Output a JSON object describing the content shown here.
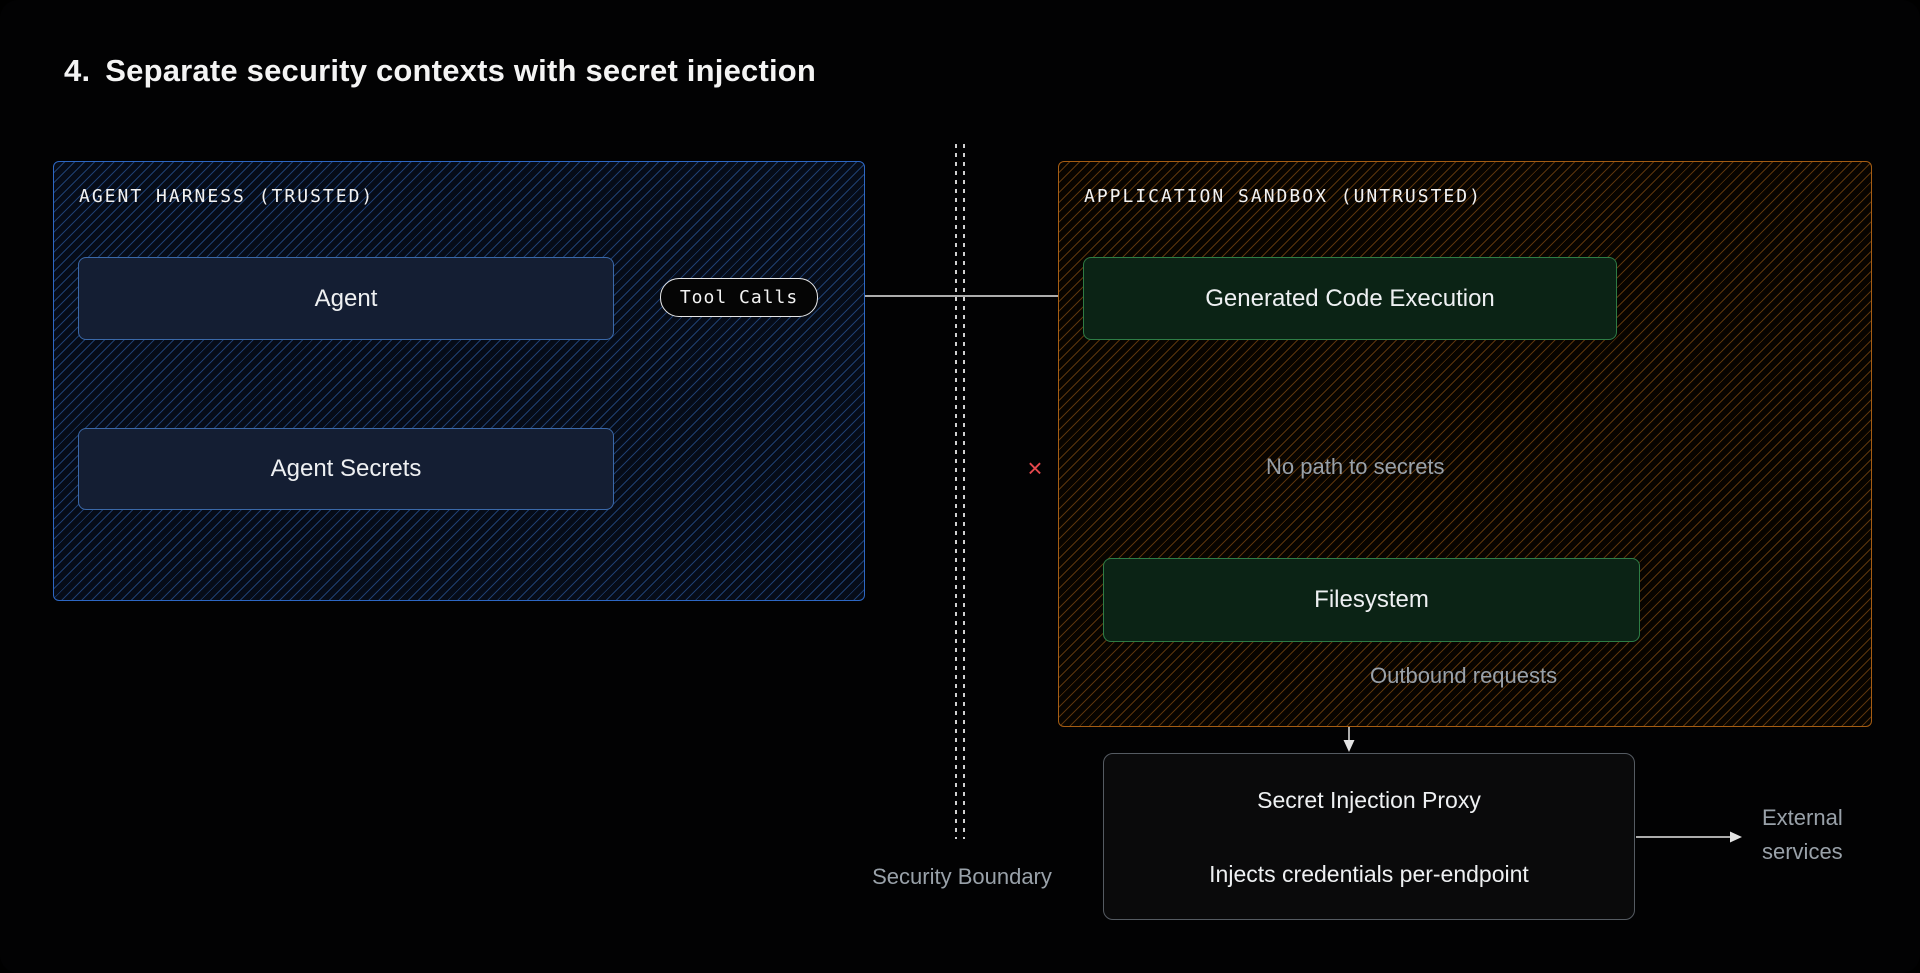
{
  "title": {
    "number": "4.",
    "heading": "Separate security contexts with secret injection"
  },
  "harness": {
    "label": "AGENT HARNESS (TRUSTED)",
    "nodes": [
      {
        "label": "Agent"
      },
      {
        "label": "Agent Secrets"
      }
    ]
  },
  "sandbox": {
    "label": "APPLICATION SANDBOX (UNTRUSTED)",
    "nodes": [
      {
        "label": "Generated Code Execution"
      },
      {
        "label": "Filesystem"
      }
    ]
  },
  "connectors": {
    "tool_calls": "Tool Calls",
    "no_path": "No path to secrets",
    "outbound": "Outbound requests",
    "blocked_mark": "×"
  },
  "proxy": {
    "title": "Secret Injection Proxy",
    "subtitle": "Injects credentials per-endpoint"
  },
  "external": {
    "line1": "External",
    "line2": "services"
  },
  "boundary": {
    "label": "Security Boundary"
  },
  "colors": {
    "trusted_border": "#2d67c3",
    "trusted_node": "#141e33",
    "untrusted_border": "#a55d13",
    "sandbox_node_green": "#0b2315",
    "sandbox_node_border": "#2e7c45",
    "blocked_red": "#e5484d",
    "annotation_gray": "#99a1a9",
    "wire": "#e4e4e4",
    "background": "#020203"
  }
}
